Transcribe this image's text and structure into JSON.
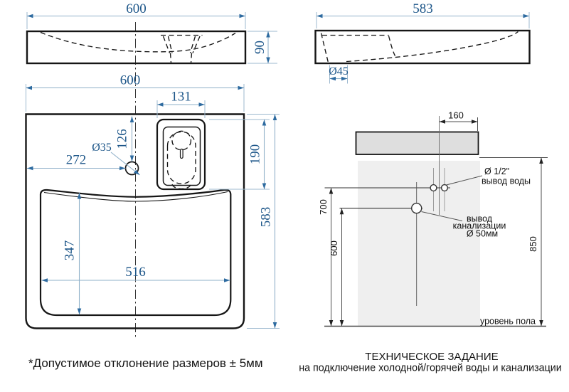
{
  "front_view": {
    "width": "600",
    "thickness": "90"
  },
  "side_view": {
    "depth": "583",
    "drain_dia": "Ø45"
  },
  "top_view": {
    "width": "600",
    "recess_width": "131",
    "hole_offset_top": "126",
    "hole_dia": "Ø35",
    "hole_offset_left": "272",
    "recess_depth": "190",
    "depth": "583",
    "bowl_depth": "347",
    "bowl_width": "516"
  },
  "installation": {
    "water_offset": "160",
    "water_height": "700",
    "sewer_height": "600",
    "mount_height": "850",
    "water_dia": "Ø 1/2\"",
    "water_label": "вывод воды",
    "sewer_label_line1": "вывод",
    "sewer_label_line2": "канализации",
    "sewer_dia": "Ø 50мм",
    "floor_label": "уровень пола"
  },
  "footer": {
    "tolerance_note": "*Допустимое отклонение размеров ± 5мм",
    "title": "ТЕХНИЧЕСКОЕ ЗАДАНИЕ",
    "subtitle": "на подключение холодной/горячей воды и канализации"
  },
  "colors": {
    "dimension_text_blue": "#1d5689",
    "dimension_line_blue": "#8fb0c9",
    "arrow_blue": "#2e6ba0",
    "outline_black": "#161616",
    "sink_profile_fill": "#dedede",
    "wall_fill": "#efefef"
  }
}
